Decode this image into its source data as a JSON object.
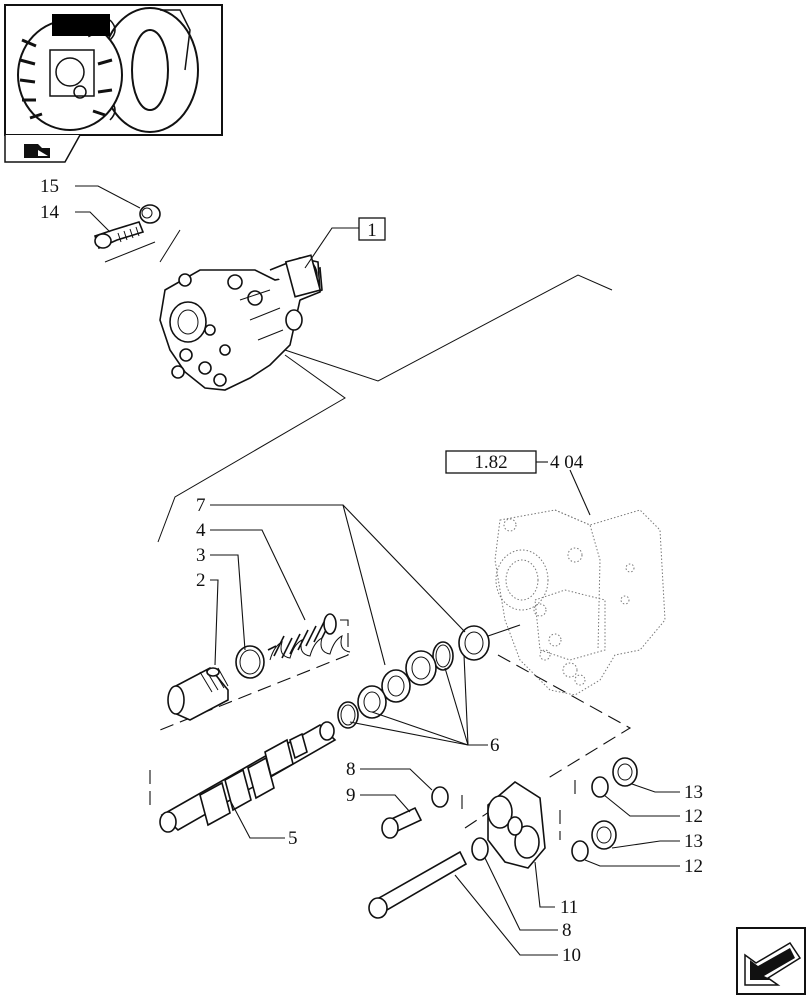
{
  "ref_box_label": "1",
  "ref_code": {
    "box": "1.82",
    "suffix": "4  04"
  },
  "callouts": {
    "c15": "15",
    "c14": "14",
    "c7": "7",
    "c4": "4",
    "c3": "3",
    "c2": "2",
    "c6": "6",
    "c5": "5",
    "c8a": "8",
    "c9": "9",
    "c13a": "13",
    "c12a": "12",
    "c13b": "13",
    "c12b": "12",
    "c11": "11",
    "c8b": "8",
    "c10": "10"
  },
  "icons": {
    "thumbnail": "tractor-thumbnail-icon",
    "nav_corner": "folder-arrow-icon",
    "next_page": "next-page-arrow-icon"
  }
}
